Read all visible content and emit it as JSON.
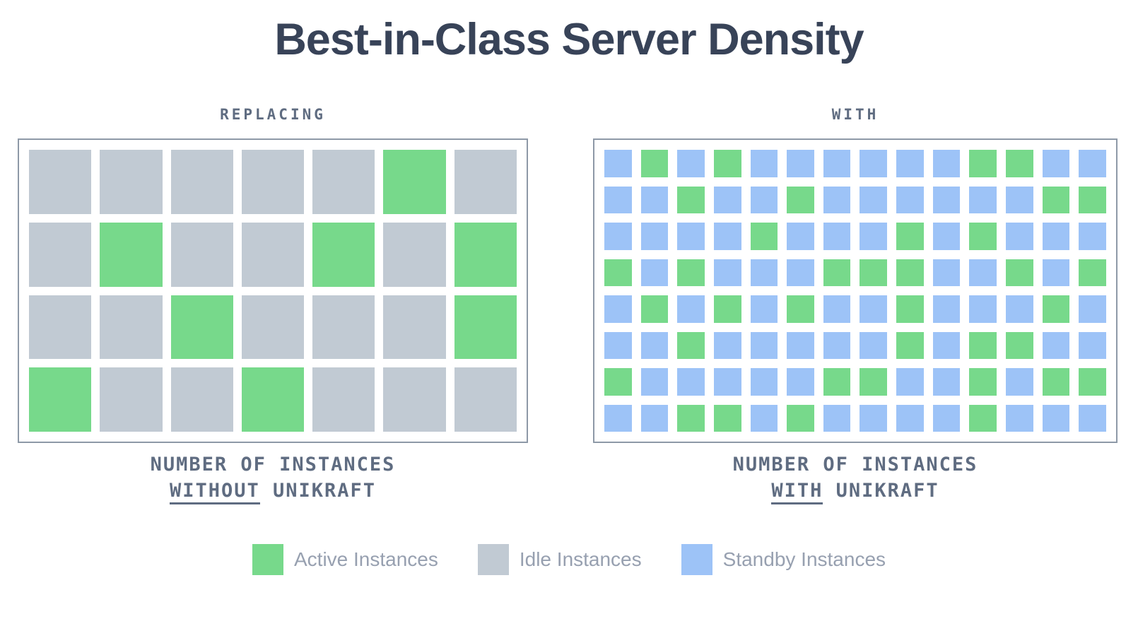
{
  "title": "Best-in-Class Server Density",
  "colors": {
    "active": "#77d98b",
    "idle": "#c1cad3",
    "standby": "#9dc3f7",
    "box_border": "#8e99a7",
    "title_text": "#384358",
    "label_text": "#5f6c81",
    "legend_text": "#97a0b0",
    "page_bg": "#ffffff"
  },
  "cell_types": {
    "G": "active",
    "I": "idle",
    "B": "standby"
  },
  "panels": [
    {
      "label": "REPLACING",
      "caption_line1": "NUMBER OF INSTANCES",
      "caption_underlined": "WITHOUT",
      "caption_rest": " UNIKRAFT",
      "grid_rows": [
        "IIIIIGI",
        "IGIIGIG",
        "IIGIIIG",
        "GIIGIII"
      ]
    },
    {
      "label": "WITH",
      "caption_line1": "NUMBER OF INSTANCES",
      "caption_underlined": "WITH",
      "caption_rest": " UNIKRAFT",
      "grid_rows": [
        "BGBGBBBBBBGGBB",
        "BBGBBGBBBBBBGG",
        "BBBBGBBBGBGBBB",
        "GBGBBBGGGBBGBG",
        "BGBGBGBBGBBBGB",
        "BBGBBBBBGBGGBB",
        "GBBBBBGGBBGBGG",
        "BBGGBGBBBBGBBB"
      ]
    }
  ],
  "legend": {
    "items": [
      {
        "label": "Active Instances",
        "type": "active"
      },
      {
        "label": "Idle Instances",
        "type": "idle"
      },
      {
        "label": "Standby Instances",
        "type": "standby"
      }
    ]
  },
  "chart_data": [
    {
      "type": "heatmap",
      "title": "NUMBER OF INSTANCES WITHOUT UNIKRAFT",
      "section_label": "REPLACING",
      "columns": 7,
      "rows_count": 4,
      "rows": [
        "IIIIIGI",
        "IGIIGIG",
        "IIGIIIG",
        "GIIGIII"
      ],
      "cell_legend": {
        "G": "Active Instances",
        "I": "Idle Instances"
      },
      "counts": {
        "active": 8,
        "idle": 20,
        "total": 28
      },
      "legend_position": "bottom"
    },
    {
      "type": "heatmap",
      "title": "NUMBER OF INSTANCES WITH UNIKRAFT",
      "section_label": "WITH",
      "columns": 14,
      "rows_count": 8,
      "rows": [
        "BGBGBBBBBBGGBB",
        "BBGBBGBBBBBBGG",
        "BBBBGBBBGBGBBB",
        "GBGBBBGGGBBGBG",
        "BGBGBGBBGBBBGB",
        "BBGBBBBBGBGGBB",
        "GBBBBBGGBBGBGG",
        "BBGGBGBBBBGBBB"
      ],
      "cell_legend": {
        "G": "Active Instances",
        "B": "Standby Instances"
      },
      "counts": {
        "active": 37,
        "standby": 75,
        "total": 112
      },
      "legend_position": "bottom"
    }
  ]
}
